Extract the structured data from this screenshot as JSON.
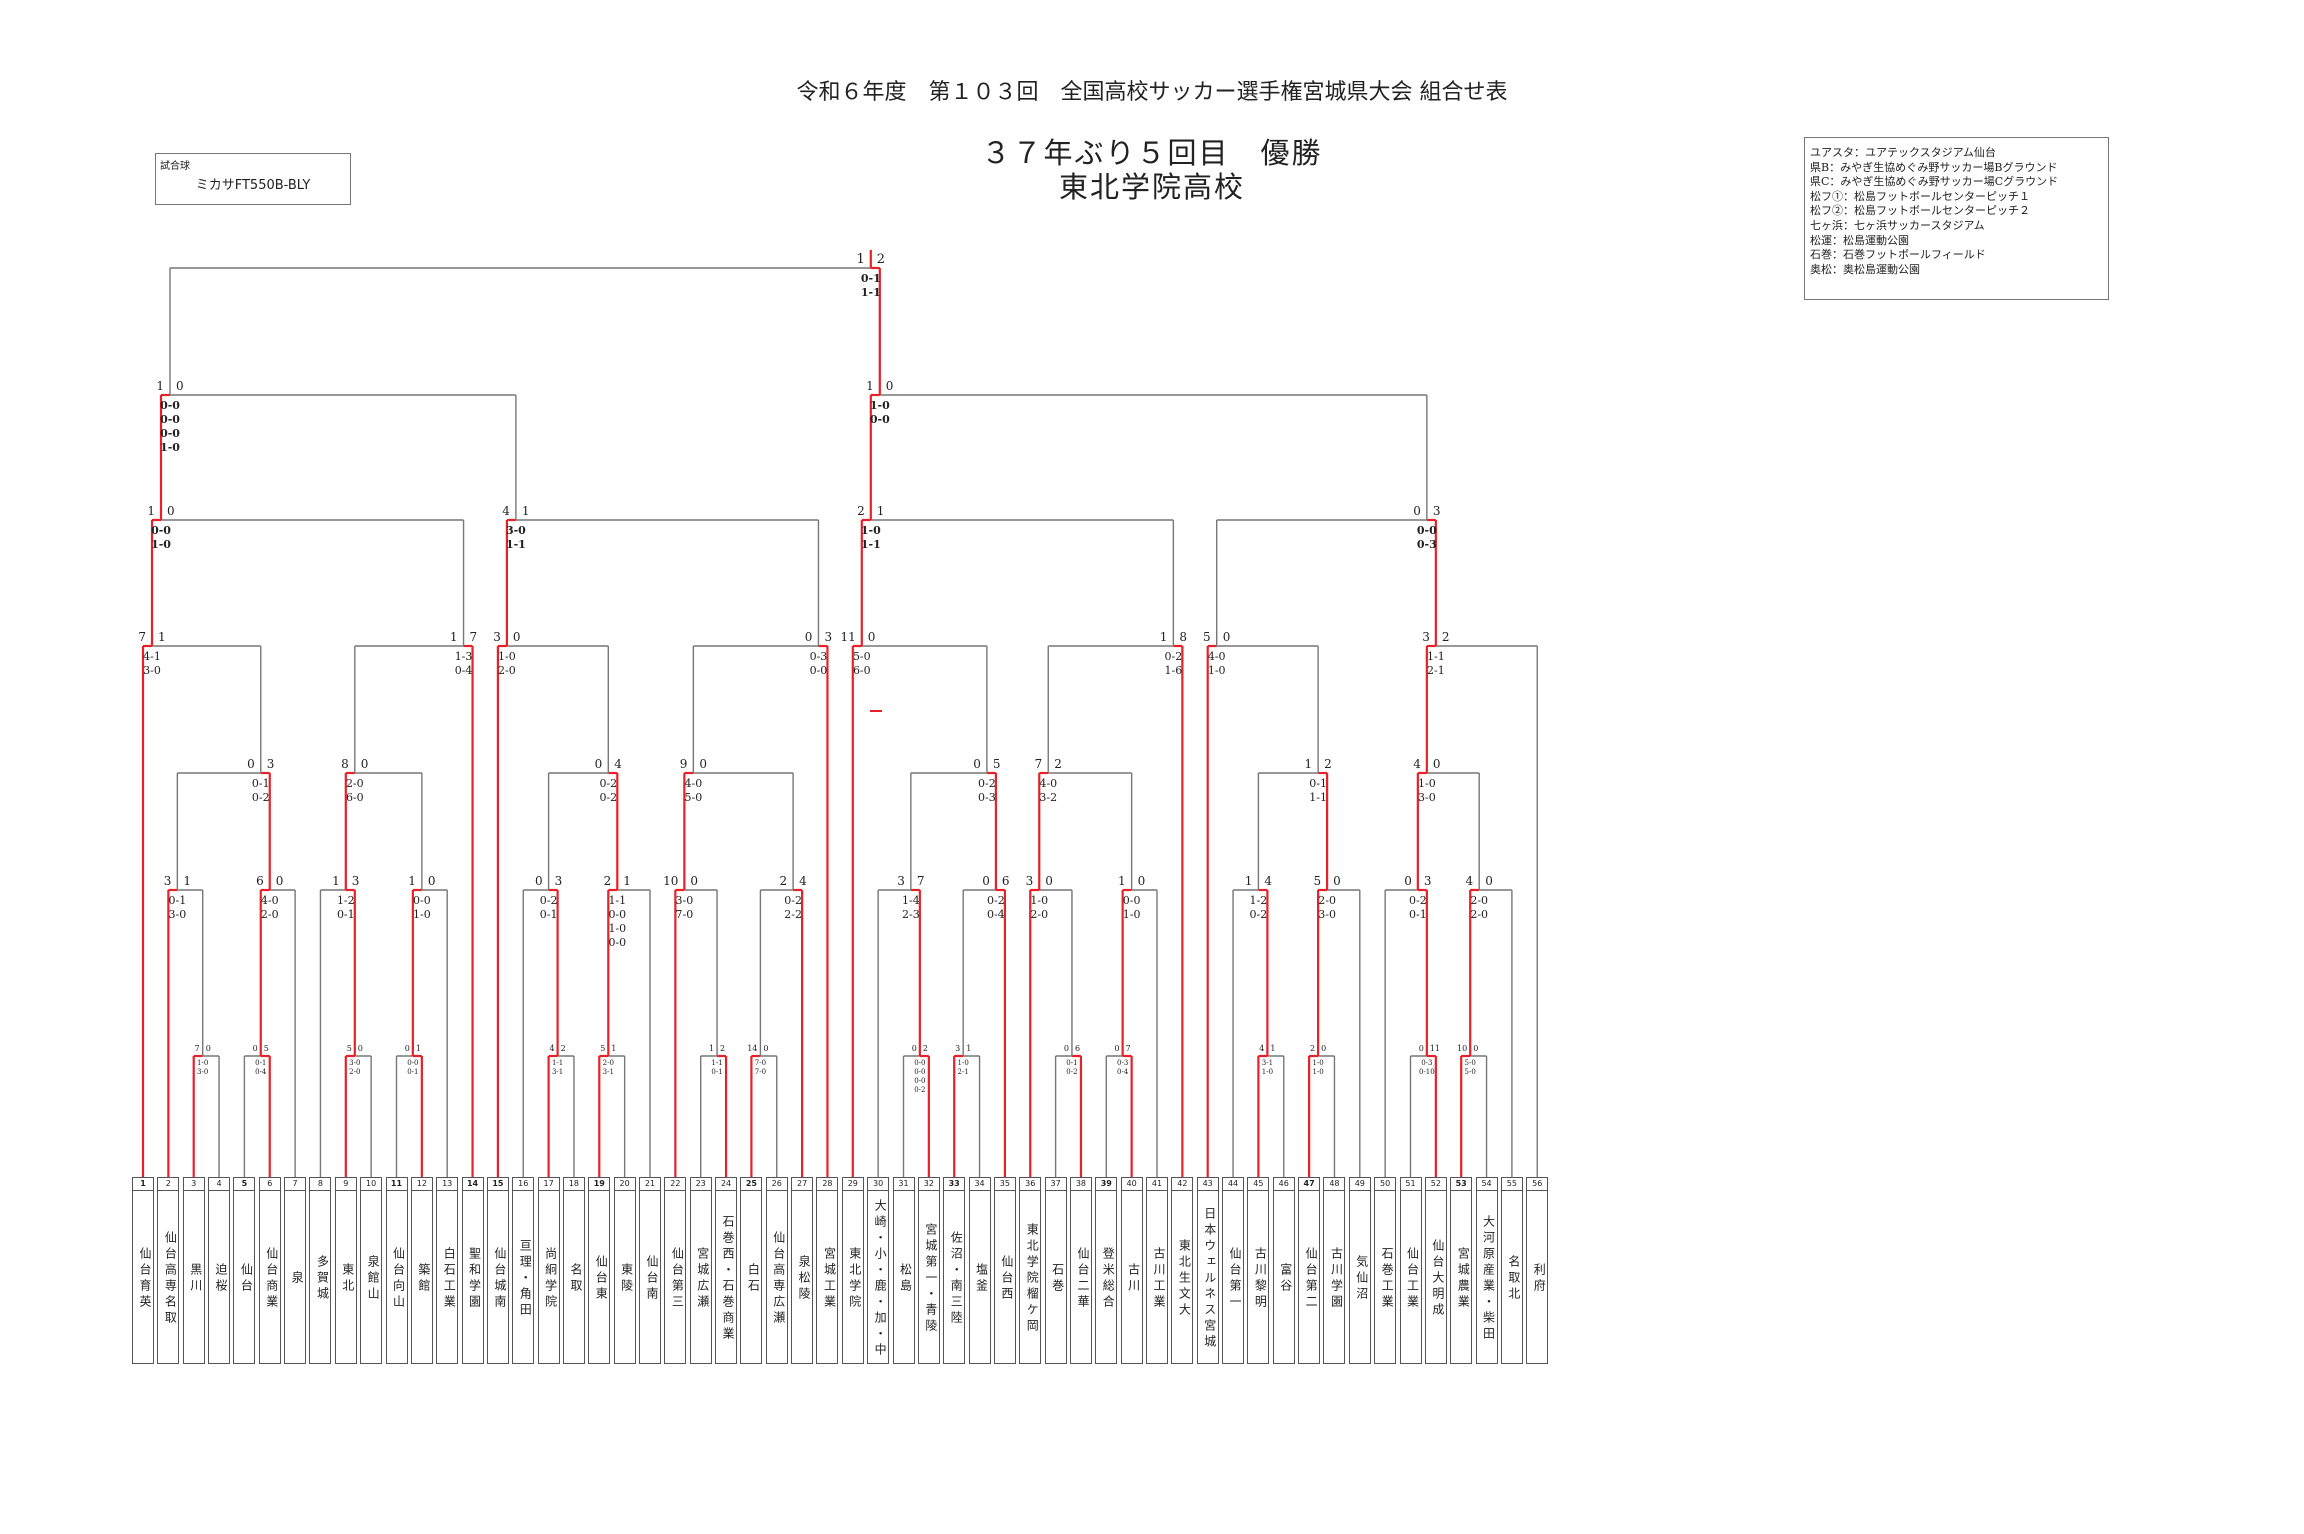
{
  "title": "令和６年度　第１０３回　全国高校サッカー選手権宮城県大会 組合せ表",
  "ball": {
    "label": "試合球",
    "value": "ミカサFT550B-BLY"
  },
  "champion": {
    "line1": "３７年ぶり５回目　優勝",
    "line2": "東北学院高校"
  },
  "venues": [
    "ユアスタ：ユアテックスタジアム仙台",
    "県B：みやぎ生協めぐみ野サッカー場Bグラウンド",
    "県C：みやぎ生協めぐみ野サッカー場Cグラウンド",
    "松フ①：松島フットボールセンターピッチ１",
    "松フ②：松島フットボールセンターピッチ２",
    "七ヶ浜：七ヶ浜サッカースタジアム",
    "松運：松島運動公園",
    "石巻：石巻フットボールフィールド",
    "奥松：奥松島運動公園"
  ],
  "colors": {
    "win": "#e8202a",
    "line": "#777777"
  },
  "teams": [
    {
      "no": "1",
      "name": "仙台育英",
      "b": true
    },
    {
      "no": "2",
      "name": "仙台高専名取"
    },
    {
      "no": "3",
      "name": "黒川"
    },
    {
      "no": "4",
      "name": "迫桜"
    },
    {
      "no": "5",
      "name": "仙台",
      "b": true
    },
    {
      "no": "6",
      "name": "仙台商業"
    },
    {
      "no": "7",
      "name": "泉"
    },
    {
      "no": "8",
      "name": "多賀城"
    },
    {
      "no": "9",
      "name": "東北"
    },
    {
      "no": "10",
      "name": "泉館山"
    },
    {
      "no": "11",
      "name": "仙台向山",
      "b": true
    },
    {
      "no": "12",
      "name": "築館"
    },
    {
      "no": "13",
      "name": "白石工業"
    },
    {
      "no": "14",
      "name": "聖和学園",
      "b": true
    },
    {
      "no": "15",
      "name": "仙台城南",
      "b": true
    },
    {
      "no": "16",
      "name": "亘理・角田"
    },
    {
      "no": "17",
      "name": "尚絅学院"
    },
    {
      "no": "18",
      "name": "名取"
    },
    {
      "no": "19",
      "name": "仙台東",
      "b": true
    },
    {
      "no": "20",
      "name": "東陵"
    },
    {
      "no": "21",
      "name": "仙台南"
    },
    {
      "no": "22",
      "name": "仙台第三"
    },
    {
      "no": "23",
      "name": "宮城広瀬"
    },
    {
      "no": "24",
      "name": "石巻西・石巻商業"
    },
    {
      "no": "25",
      "name": "白石",
      "b": true
    },
    {
      "no": "26",
      "name": "仙台高専広瀬"
    },
    {
      "no": "27",
      "name": "泉松陵"
    },
    {
      "no": "28",
      "name": "宮城工業"
    },
    {
      "no": "29",
      "name": "東北学院"
    },
    {
      "no": "30",
      "name": "大崎・小・鹿・加・中"
    },
    {
      "no": "31",
      "name": "松島"
    },
    {
      "no": "32",
      "name": "宮城第一・青陵"
    },
    {
      "no": "33",
      "name": "佐沼・南三陸",
      "b": true
    },
    {
      "no": "34",
      "name": "塩釜"
    },
    {
      "no": "35",
      "name": "仙台西"
    },
    {
      "no": "36",
      "name": "東北学院榴ケ岡"
    },
    {
      "no": "37",
      "name": "石巻"
    },
    {
      "no": "38",
      "name": "仙台二華"
    },
    {
      "no": "39",
      "name": "登米総合",
      "b": true
    },
    {
      "no": "40",
      "name": "古川"
    },
    {
      "no": "41",
      "name": "古川工業"
    },
    {
      "no": "42",
      "name": "東北生文大"
    },
    {
      "no": "43",
      "name": "日本ウェルネス宮城"
    },
    {
      "no": "44",
      "name": "仙台第一"
    },
    {
      "no": "45",
      "name": "古川黎明"
    },
    {
      "no": "46",
      "name": "富谷"
    },
    {
      "no": "47",
      "name": "仙台第二",
      "b": true
    },
    {
      "no": "48",
      "name": "古川学園"
    },
    {
      "no": "49",
      "name": "気仙沼"
    },
    {
      "no": "50",
      "name": "石巻工業"
    },
    {
      "no": "51",
      "name": "仙台工業"
    },
    {
      "no": "52",
      "name": "仙台大明成"
    },
    {
      "no": "53",
      "name": "宮城農業",
      "b": true
    },
    {
      "no": "54",
      "name": "大河原産業・柴田"
    },
    {
      "no": "55",
      "name": "名取北"
    },
    {
      "no": "56",
      "name": "利府"
    }
  ],
  "matches": [
    {
      "id": "r1a",
      "a": 3,
      "b": 4,
      "sa": "7",
      "sb": "0",
      "d": [
        "1-0",
        "3-0"
      ],
      "w": "a"
    },
    {
      "id": "r1b",
      "a": 5,
      "b": 6,
      "sa": "0",
      "sb": "5",
      "d": [
        "0-1",
        "0-4"
      ],
      "w": "b"
    },
    {
      "id": "r1c",
      "a": 9,
      "b": 10,
      "sa": "5",
      "sb": "0",
      "d": [
        "3-0",
        "2-0"
      ],
      "w": "a"
    },
    {
      "id": "r1d",
      "a": 11,
      "b": 12,
      "sa": "0",
      "sb": "1",
      "d": [
        "0-0",
        "0-1"
      ],
      "w": "b"
    },
    {
      "id": "r1e",
      "a": 17,
      "b": 18,
      "sa": "4",
      "sb": "2",
      "d": [
        "1-1",
        "3-1"
      ],
      "w": "a"
    },
    {
      "id": "r1f",
      "a": 19,
      "b": 20,
      "sa": "5",
      "sb": "1",
      "d": [
        "2-0",
        "3-1"
      ],
      "w": "a"
    },
    {
      "id": "r1g",
      "a": 23,
      "b": 24,
      "sa": "1",
      "sb": "2",
      "d": [
        "1-1",
        "0-1"
      ],
      "w": "b"
    },
    {
      "id": "r1h",
      "a": 25,
      "b": 26,
      "sa": "14",
      "sb": "0",
      "d": [
        "7-0",
        "7-0"
      ],
      "w": "a"
    },
    {
      "id": "r1i",
      "a": 31,
      "b": 32,
      "sa": "0",
      "sb": "2",
      "d": [
        "0-0",
        "0-0",
        "0-0",
        "0-2"
      ],
      "w": "b"
    },
    {
      "id": "r1j",
      "a": 33,
      "b": 34,
      "sa": "3",
      "sb": "1",
      "d": [
        "1-0",
        "2-1"
      ],
      "w": "a"
    },
    {
      "id": "r1k",
      "a": 37,
      "b": 38,
      "sa": "0",
      "sb": "6",
      "d": [
        "0-1",
        "0-2"
      ],
      "w": "b"
    },
    {
      "id": "r1l",
      "a": 39,
      "b": 40,
      "sa": "0",
      "sb": "7",
      "d": [
        "0-3",
        "0-4"
      ],
      "w": "b"
    },
    {
      "id": "r1m",
      "a": 45,
      "b": 46,
      "sa": "4",
      "sb": "1",
      "d": [
        "3-1",
        "1-0"
      ],
      "w": "a"
    },
    {
      "id": "r1n",
      "a": 47,
      "b": 48,
      "sa": "2",
      "sb": "0",
      "d": [
        "1-0",
        "1-0"
      ],
      "w": "a"
    },
    {
      "id": "r1o",
      "a": 51,
      "b": 52,
      "sa": "0",
      "sb": "11",
      "d": [
        "0-3",
        "0-10"
      ],
      "w": "b"
    },
    {
      "id": "r1p",
      "a": 53,
      "b": 54,
      "sa": "10",
      "sb": "0",
      "d": [
        "5-0",
        "5-0"
      ],
      "w": "a"
    },
    {
      "id": "r2a",
      "a": 2,
      "b": "r1a",
      "sa": "3",
      "sb": "1",
      "d": [
        "0-1",
        "3-0"
      ],
      "w": "a"
    },
    {
      "id": "r2b",
      "a": "r1b",
      "b": 7,
      "sa": "6",
      "sb": "0",
      "d": [
        "4-0",
        "2-0"
      ],
      "w": "a"
    },
    {
      "id": "r2c",
      "a": 8,
      "b": "r1c",
      "sa": "1",
      "sb": "3",
      "d": [
        "1-2",
        "0-1"
      ],
      "w": "b"
    },
    {
      "id": "r2d",
      "a": "r1d",
      "b": 13,
      "sa": "1",
      "sb": "0",
      "d": [
        "0-0",
        "1-0"
      ],
      "w": "a"
    },
    {
      "id": "r2e",
      "a": 16,
      "b": "r1e",
      "sa": "0",
      "sb": "3",
      "d": [
        "0-2",
        "0-1"
      ],
      "w": "b"
    },
    {
      "id": "r2f",
      "a": "r1f",
      "b": 21,
      "sa": "2",
      "sb": "1",
      "d": [
        "1-1",
        "0-0",
        "1-0",
        "0-0"
      ],
      "w": "a"
    },
    {
      "id": "r2g",
      "a": 22,
      "b": "r1g",
      "sa": "10",
      "sb": "0",
      "d": [
        "3-0",
        "7-0"
      ],
      "w": "a"
    },
    {
      "id": "r2h",
      "a": "r1h",
      "b": 27,
      "sa": "2",
      "sb": "4",
      "d": [
        "0-2",
        "2-2"
      ],
      "w": "b"
    },
    {
      "id": "r2i",
      "a": 30,
      "b": "r1i",
      "sa": "3",
      "sb": "7",
      "d": [
        "1-4",
        "2-3"
      ],
      "w": "b"
    },
    {
      "id": "r2j",
      "a": "r1j",
      "b": 35,
      "sa": "0",
      "sb": "6",
      "d": [
        "0-2",
        "0-4"
      ],
      "w": "b"
    },
    {
      "id": "r2k",
      "a": 36,
      "b": "r1k",
      "sa": "3",
      "sb": "0",
      "d": [
        "1-0",
        "2-0"
      ],
      "w": "a"
    },
    {
      "id": "r2l",
      "a": "r1l",
      "b": 41,
      "sa": "1",
      "sb": "0",
      "d": [
        "0-0",
        "1-0"
      ],
      "w": "a"
    },
    {
      "id": "r2m",
      "a": 44,
      "b": "r1m",
      "sa": "1",
      "sb": "4",
      "d": [
        "1-2",
        "0-2"
      ],
      "w": "b"
    },
    {
      "id": "r2n",
      "a": "r1n",
      "b": 49,
      "sa": "5",
      "sb": "0",
      "d": [
        "2-0",
        "3-0"
      ],
      "w": "a"
    },
    {
      "id": "r2o",
      "a": 50,
      "b": "r1o",
      "sa": "0",
      "sb": "3",
      "d": [
        "0-2",
        "0-1"
      ],
      "w": "b"
    },
    {
      "id": "r2p",
      "a": "r1p",
      "b": 55,
      "sa": "4",
      "sb": "0",
      "d": [
        "2-0",
        "2-0"
      ],
      "w": "a"
    },
    {
      "id": "r3a",
      "a": "r2a",
      "b": "r2b",
      "sa": "0",
      "sb": "3",
      "d": [
        "0-1",
        "0-2"
      ],
      "w": "b"
    },
    {
      "id": "r3b",
      "a": "r2c",
      "b": "r2d",
      "sa": "8",
      "sb": "0",
      "d": [
        "2-0",
        "6-0"
      ],
      "w": "a"
    },
    {
      "id": "r3c",
      "a": "r2e",
      "b": "r2f",
      "sa": "0",
      "sb": "4",
      "d": [
        "0-2",
        "0-2"
      ],
      "w": "b"
    },
    {
      "id": "r3d",
      "a": "r2g",
      "b": "r2h",
      "sa": "9",
      "sb": "0",
      "d": [
        "4-0",
        "5-0"
      ],
      "w": "a"
    },
    {
      "id": "r3e",
      "a": "r2i",
      "b": "r2j",
      "sa": "0",
      "sb": "5",
      "d": [
        "0-2",
        "0-3"
      ],
      "w": "b"
    },
    {
      "id": "r3f",
      "a": "r2k",
      "b": "r2l",
      "sa": "7",
      "sb": "2",
      "d": [
        "4-0",
        "3-2"
      ],
      "w": "a"
    },
    {
      "id": "r3g",
      "a": "r2m",
      "b": "r2n",
      "sa": "1",
      "sb": "2",
      "d": [
        "0-1",
        "1-1"
      ],
      "w": "b"
    },
    {
      "id": "r3h",
      "a": "r2o",
      "b": "r2p",
      "sa": "4",
      "sb": "0",
      "d": [
        "1-0",
        "3-0"
      ],
      "w": "a"
    },
    {
      "id": "r4a",
      "a": 1,
      "b": "r3a",
      "sa": "7",
      "sb": "1",
      "d": [
        "4-1",
        "3-0"
      ],
      "w": "a"
    },
    {
      "id": "r4b",
      "a": "r3b",
      "b": 14,
      "sa": "1",
      "sb": "7",
      "d": [
        "1-3",
        "0-4"
      ],
      "w": "b"
    },
    {
      "id": "r4c",
      "a": 15,
      "b": "r3c",
      "sa": "3",
      "sb": "0",
      "d": [
        "1-0",
        "2-0"
      ],
      "w": "a"
    },
    {
      "id": "r4d",
      "a": "r3d",
      "b": 28,
      "sa": "0",
      "sb": "3",
      "d": [
        "0-3",
        "0-0"
      ],
      "w": "b"
    },
    {
      "id": "r4e",
      "a": 29,
      "b": "r3e",
      "sa": "11",
      "sb": "0",
      "d": [
        "5-0",
        "6-0"
      ],
      "w": "a"
    },
    {
      "id": "r4f",
      "a": "r3f",
      "b": 42,
      "sa": "1",
      "sb": "8",
      "d": [
        "0-2",
        "1-6"
      ],
      "w": "b"
    },
    {
      "id": "r4g",
      "a": 43,
      "b": "r3g",
      "sa": "5",
      "sb": "0",
      "d": [
        "4-0",
        "1-0"
      ],
      "w": "a"
    },
    {
      "id": "r4h",
      "a": "r3h",
      "b": 56,
      "sa": "3",
      "sb": "2",
      "d": [
        "1-1",
        "2-1"
      ],
      "w": "a"
    },
    {
      "id": "qf1",
      "a": "r4a",
      "b": "r4b",
      "sa": "1",
      "sb": "0",
      "d": [
        "0-0",
        "1-0"
      ],
      "w": "a",
      "bold": true
    },
    {
      "id": "qf2",
      "a": "r4c",
      "b": "r4d",
      "sa": "4",
      "sb": "1",
      "d": [
        "3-0",
        "1-1"
      ],
      "w": "a",
      "bold": true
    },
    {
      "id": "qf3",
      "a": "r4e",
      "b": "r4f",
      "sa": "2",
      "sb": "1",
      "d": [
        "1-0",
        "1-1"
      ],
      "w": "a",
      "bold": true
    },
    {
      "id": "qf4",
      "a": "r4g",
      "b": "r4h",
      "sa": "0",
      "sb": "3",
      "d": [
        "0-0",
        "0-3"
      ],
      "w": "b",
      "bold": true
    },
    {
      "id": "sf1",
      "a": "qf1",
      "b": "qf2",
      "sa": "1",
      "sb": "0",
      "d": [
        "0-0",
        "0-0",
        "0-0",
        "1-0"
      ],
      "w": "a",
      "bold": true
    },
    {
      "id": "sf2",
      "a": "qf3",
      "b": "qf4",
      "sa": "1",
      "sb": "0",
      "d": [
        "1-0",
        "0-0"
      ],
      "w": "a",
      "bold": true
    },
    {
      "id": "final",
      "a": "sf1",
      "b": "sf2",
      "sa": "1",
      "sb": "2",
      "d": [
        "0-1",
        "1-1"
      ],
      "w": "b",
      "bold": true
    }
  ]
}
